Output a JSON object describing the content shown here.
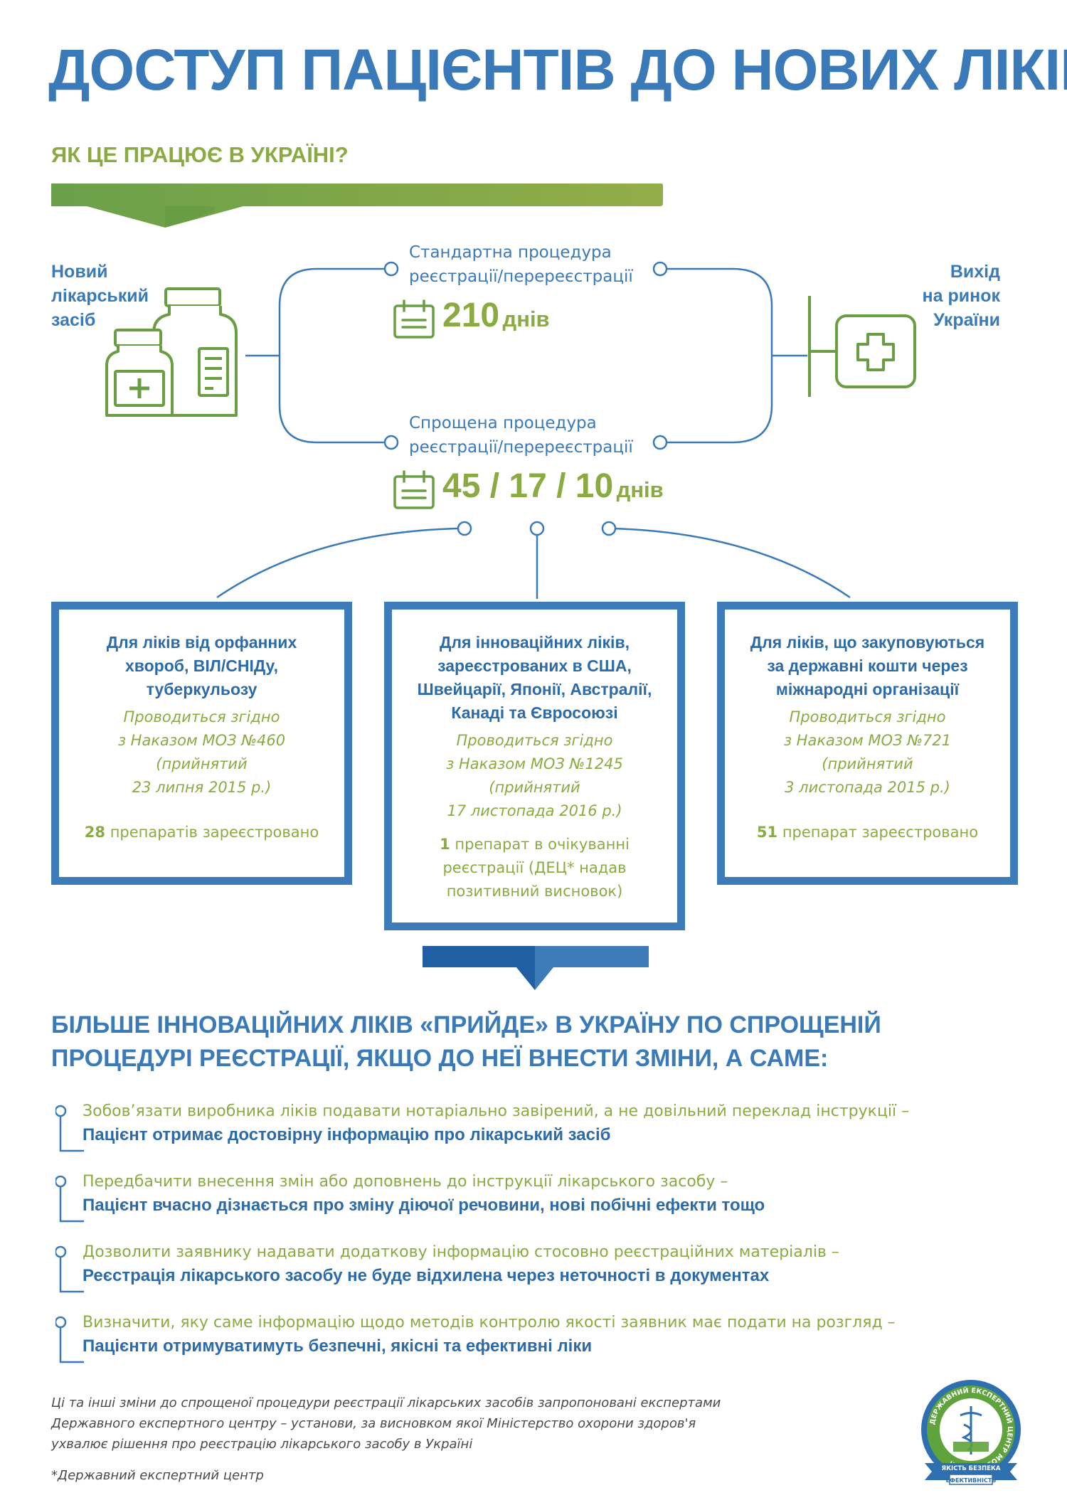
{
  "header": {
    "title": "ДОСТУП ПАЦІЄНТІВ ДО НОВИХ ЛІКІВ",
    "subtitle": "ЯК ЦЕ ПРАЦЮЄ В УКРАЇНІ?"
  },
  "flow": {
    "start_label": [
      "Новий",
      "лікарський",
      "засіб"
    ],
    "end_label": [
      "Вихід",
      "на ринок",
      "України"
    ],
    "standard": {
      "label_line1": "Стандартна процедура",
      "label_line2": "реєстрації/перереєстрації",
      "days_value": "210",
      "days_unit": "днів"
    },
    "simplified": {
      "label_line1": "Спрощена процедура",
      "label_line2": "реєстрації/перереєстрації",
      "days_value": "45 / 17 / 10",
      "days_unit": "днів"
    }
  },
  "boxes": [
    {
      "title": [
        "Для ліків від орфанних",
        "хвороб, ВІЛ/СНІДу,",
        "туберкульозу"
      ],
      "note": [
        "Проводиться згідно",
        "з Наказом МОЗ №460",
        "(прийнятий",
        "23 липня 2015 р.)"
      ],
      "count_num": "28",
      "count_text": [
        "препаратів зареєстровано"
      ]
    },
    {
      "title": [
        "Для інноваційних ліків,",
        "зареєстрованих в США,",
        "Швейцарії, Японії, Австралії,",
        "Канаді та Євросоюзі"
      ],
      "note": [
        "Проводиться згідно",
        "з Наказом МОЗ №1245",
        "(прийнятий",
        "17 листопада 2016 р.)"
      ],
      "count_num": "1",
      "count_text": [
        "препарат в очікуванні",
        "реєстрації (ДЕЦ* надав",
        "позитивний висновок)"
      ]
    },
    {
      "title": [
        "Для ліків, що закуповуються",
        "за державні кошти через",
        "міжнародні організації"
      ],
      "note": [
        "Проводиться згідно",
        "з Наказом МОЗ №721",
        "(прийнятий",
        "3 листопада 2015 р.)"
      ],
      "count_num": "51",
      "count_text": [
        "препарат зареєстровано"
      ]
    }
  ],
  "section2": {
    "heading_line1": "БІЛЬШЕ ІННОВАЦІЙНИХ ЛІКІВ «ПРИЙДЕ» В УКРАЇНУ ПО СПРОЩЕНІЙ",
    "heading_line2": "ПРОЦЕДУРІ РЕЄСТРАЦІЇ, ЯКЩО ДО НЕЇ ВНЕСТИ ЗМІНИ, А САМЕ:",
    "items": [
      {
        "text": "Зобов’язати виробника ліків подавати нотаріально завірений, а не довільний переклад інструкції –",
        "result": "Пацієнт отримає достовірну інформацію про лікарський засіб"
      },
      {
        "text": "Передбачити внесення змін або доповнень до інструкції лікарського засобу –",
        "result": "Пацієнт вчасно дізнається про зміну діючої речовини, нові побічні ефекти тощо"
      },
      {
        "text": "Дозволити заявнику надавати додаткову інформацію стосовно реєстраційних матеріалів –",
        "result": "Реєстрація лікарського засобу не буде відхилена через неточності в документах"
      },
      {
        "text": "Визначити, яку саме інформацію щодо методів контролю якості заявник має подати на розгляд –",
        "result": "Пацієнти отримуватимуть безпечні, якісні та ефективні ліки"
      }
    ]
  },
  "footer": {
    "note_lines": [
      "Ці та інші зміни до спрощеної процедури реєстрації лікарських засобів запропоновані експертами",
      "Державного експертного центру – установи, за висновком якої Міністерство охорони здоров'я",
      "ухвалює рішення про реєстрацію лікарського засобу в Україні"
    ],
    "asterisk_note": "*Державний експертний центр",
    "logo_ring_text": "ДЕРЖАВНИЙ ЕКСПЕРТНИЙ ЦЕНТР МОЗ УКРАЇНИ",
    "logo_ribbon": "ЯКІСТЬ БЕЗПЕКА",
    "logo_ribbon2": "ЕФЕКТИВНІСТЬ"
  },
  "colors": {
    "blue": "#3a7ab8",
    "green": "#8aab42"
  }
}
